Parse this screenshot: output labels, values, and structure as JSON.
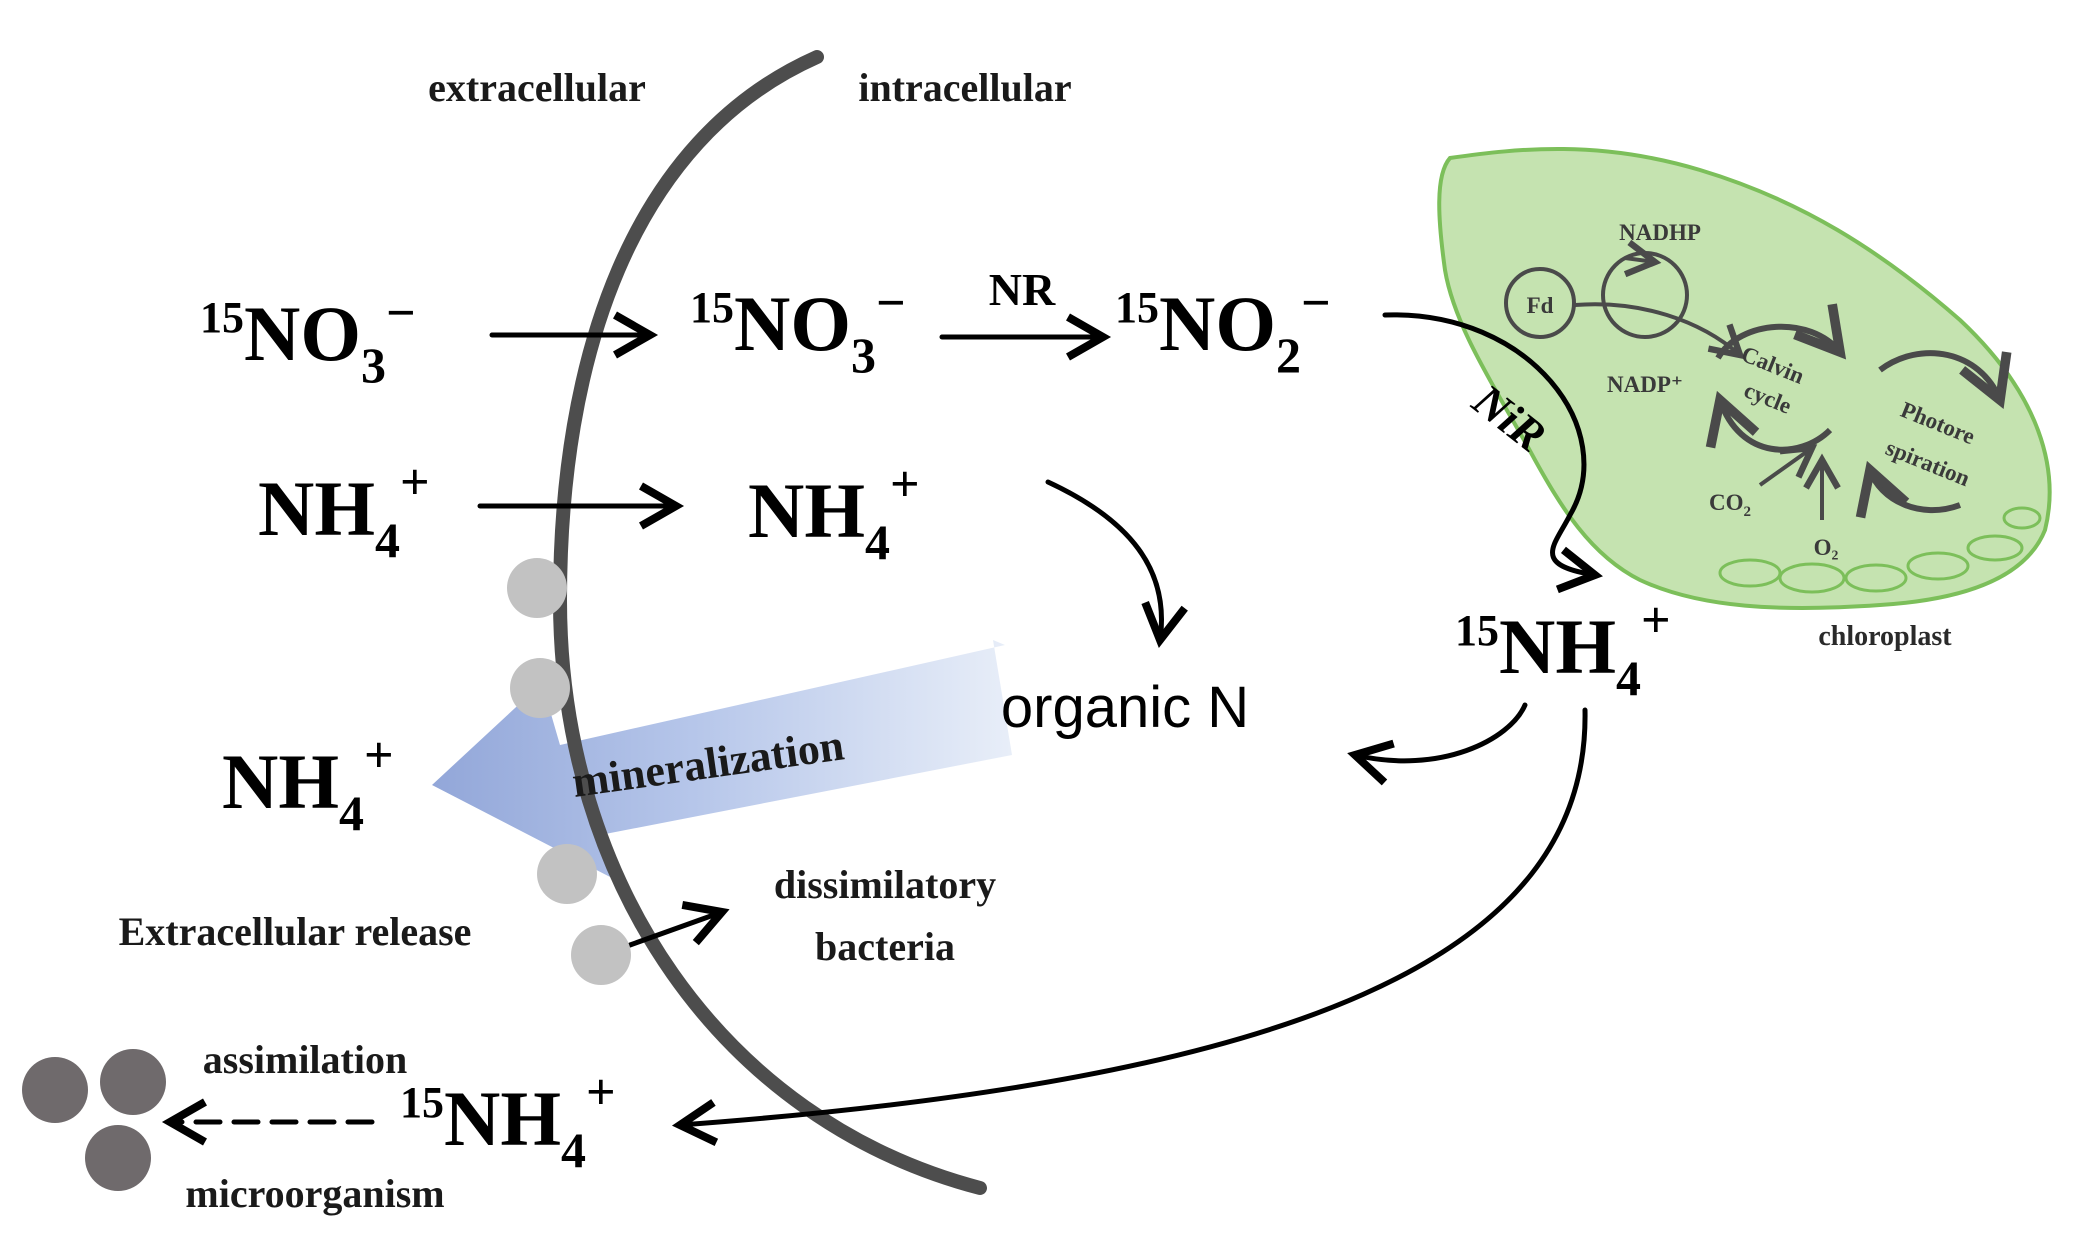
{
  "labels": {
    "extracellular": "extracellular",
    "intracellular": "intracellular",
    "nr": "NR",
    "nir": "NiR",
    "organic_n": "organic N",
    "mineralization": "mineralization",
    "extracellular_release": "Extracellular release",
    "dissimilatory_1": "dissimilatory",
    "dissimilatory_2": "bacteria",
    "assimilation": "assimilation",
    "microorganism": "microorganism",
    "chloroplast": "chloroplast"
  },
  "species": {
    "no3_out": {
      "sup": "15",
      "base": "NO",
      "sub": "3",
      "charge": "−"
    },
    "no3_in": {
      "sup": "15",
      "base": "NO",
      "sub": "3",
      "charge": "−"
    },
    "no2_in": {
      "sup": "15",
      "base": "NO",
      "sub": "2",
      "charge": "−"
    },
    "nh4_out": {
      "base": "NH",
      "sub": "4",
      "charge": "+"
    },
    "nh4_in": {
      "base": "NH",
      "sub": "4",
      "charge": "+"
    },
    "n15h4_in": {
      "sup": "15",
      "base": "NH",
      "sub": "4",
      "charge": "+"
    },
    "nh4_released": {
      "base": "NH",
      "sub": "4",
      "charge": "+"
    },
    "n15h4_out": {
      "sup": "15",
      "base": "NH",
      "sub": "4",
      "charge": "+"
    }
  },
  "chloroplast_parts": {
    "fd": "Fd",
    "nadhp": "NADHP",
    "nadp": "NADP⁺",
    "calvin_1": "Calvin",
    "calvin_2": "cycle",
    "photo_1": "Photore",
    "photo_2": "spiration",
    "co2_base": "CO",
    "co2_sub": "2",
    "o2": "O₂"
  },
  "colors": {
    "membrane": "#4d4d4d",
    "chloroplast_fill": "#c5e3b0",
    "chloroplast_stroke": "#7cbf5a",
    "mineralization_arrow": "#9fb4df",
    "light_particle": "#c2c2c2",
    "dark_particle": "#6f6a6c"
  }
}
